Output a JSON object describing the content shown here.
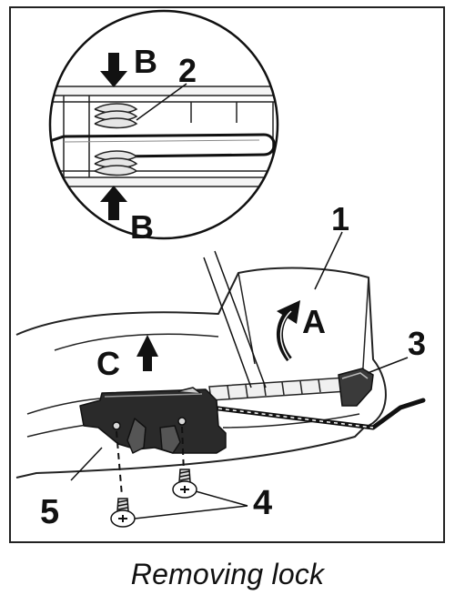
{
  "caption": "Removing lock",
  "callouts": {
    "part_1": "1",
    "part_2": "2",
    "part_3": "3",
    "part_4": "4",
    "part_5": "5",
    "arrow_a": "A",
    "arrow_b_top": "B",
    "arrow_b_bottom": "B",
    "arrow_c": "C"
  },
  "colors": {
    "line": "#111111",
    "fill_light": "#f0f0f0",
    "fill_mid": "#c8c8c8",
    "fill_dark": "#2a2a2a",
    "background": "#ffffff"
  }
}
